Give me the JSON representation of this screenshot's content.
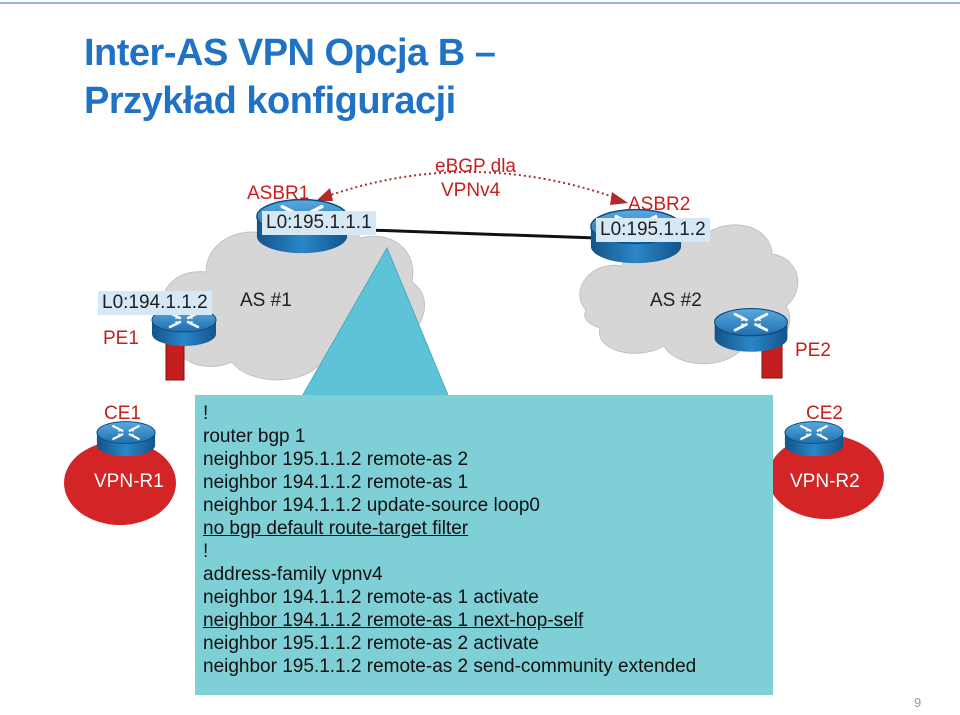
{
  "title": {
    "line1": "Inter-AS VPN Opcja B –",
    "line2": "Przykład konfiguracji"
  },
  "session": {
    "line1": "eBGP dla",
    "line2": "VPNv4"
  },
  "nodes": {
    "asbr1": {
      "name": "ASBR1",
      "loopback": "L0:195.1.1.1"
    },
    "asbr2": {
      "name": "ASBR2",
      "loopback": "L0:195.1.1.2"
    },
    "pe1": {
      "name": "PE1",
      "loopback": "L0:194.1.1.2"
    },
    "pe2": {
      "name": "PE2"
    },
    "ce1": {
      "name": "CE1",
      "vrf": "VPN-R1"
    },
    "ce2": {
      "name": "CE2",
      "vrf": "VPN-R2"
    }
  },
  "clouds": {
    "as1": "AS #1",
    "as2": "AS #2"
  },
  "config": {
    "lines": [
      "!",
      "router bgp 1",
      "neighbor 195.1.1.2 remote-as 2",
      "neighbor 194.1.1.2 remote-as 1",
      "neighbor 194.1.1.2 update-source loop0",
      "no bgp default route-target filter",
      "!",
      "address-family vpnv4",
      "neighbor 194.1.1.2 remote-as 1 activate",
      "neighbor 194.1.1.2 remote-as 1 next-hop-self",
      "neighbor 195.1.1.2 remote-as 2 activate",
      "neighbor 195.1.1.2 remote-as 2 send-community extended"
    ],
    "underlined": [
      5,
      9
    ]
  },
  "page_number": "9",
  "colors": {
    "title": "#1f72c4",
    "label": "#c81e1e",
    "cloud": "#d6d6d6",
    "config_bg": "#7fcfd6",
    "callout": "#5fc3d8",
    "router": "#1d78b8",
    "site": "#d32525",
    "interface": "#c41e1e"
  }
}
